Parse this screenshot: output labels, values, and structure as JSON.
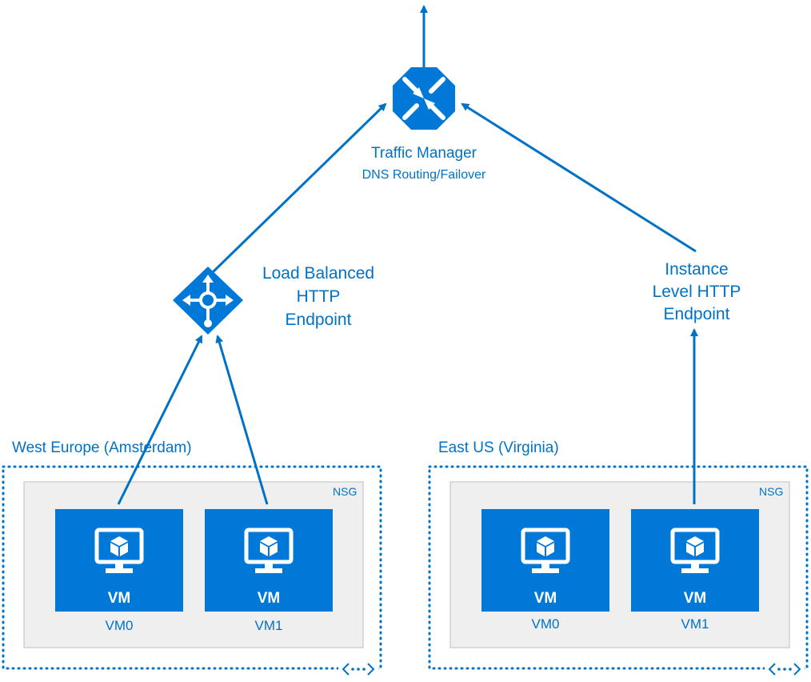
{
  "traffic_manager": {
    "title": "Traffic Manager",
    "subtitle": "DNS Routing/Failover",
    "icon": "traffic-manager-icon"
  },
  "load_balancer": {
    "label_lines": [
      "Load Balanced",
      "HTTP",
      "Endpoint"
    ],
    "icon": "load-balancer-icon"
  },
  "instance_endpoint": {
    "label_lines": [
      "Instance",
      "Level HTTP",
      "Endpoint"
    ]
  },
  "regions": [
    {
      "name": "West Europe (Amsterdam)",
      "nsg": "NSG",
      "vms": [
        {
          "tile_text": "VM",
          "name": "VM0"
        },
        {
          "tile_text": "VM",
          "name": "VM1"
        }
      ]
    },
    {
      "name": "East US (Virginia)",
      "nsg": "NSG",
      "vms": [
        {
          "tile_text": "VM",
          "name": "VM0"
        },
        {
          "tile_text": "VM",
          "name": "VM1"
        }
      ]
    }
  ],
  "colors": {
    "accent": "#0072C6",
    "vm_tile": "#0078D7",
    "nsg_fill": "#EFEFEF",
    "nsg_border": "#D0D0D0"
  }
}
